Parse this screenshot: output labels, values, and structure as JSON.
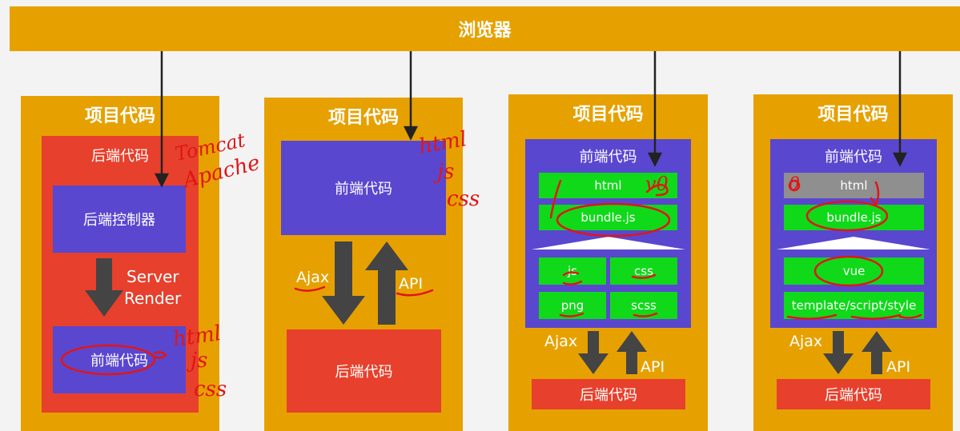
{
  "browser": {
    "label": "浏览器"
  },
  "panels": [
    {
      "title": "项目代码",
      "backend_title": "后端代码",
      "controller": "后端控制器",
      "render_label_1": "Server",
      "render_label_2": "Render",
      "frontend": "前端代码",
      "annot_servers_1": "Tomcat",
      "annot_servers_2": "Apache",
      "annot_files": [
        "html",
        "js",
        "css"
      ]
    },
    {
      "title": "项目代码",
      "frontend": "前端代码",
      "ajax": "Ajax",
      "api": "API",
      "backend": "后端代码",
      "annot_files": [
        "html",
        "js",
        "css"
      ]
    },
    {
      "title": "项目代码",
      "frontend_title": "前端代码",
      "html": "html",
      "bundle": "bundle.js",
      "sources": [
        "js",
        "css",
        "png",
        "scss"
      ],
      "ajax": "Ajax",
      "api": "API",
      "backend": "后端代码",
      "annot_v0": "v0"
    },
    {
      "title": "项目代码",
      "frontend_title": "前端代码",
      "html": "html",
      "bundle": "bundle.js",
      "vue": "vue",
      "template": "template/script/style",
      "ajax": "Ajax",
      "api": "API",
      "backend": "后端代码",
      "annot_zero": "0"
    }
  ],
  "colors": {
    "panel": "#e6a100",
    "backend": "#e7402c",
    "frontend": "#5a47cf",
    "module": "#10d91a",
    "annotation": "#e01616"
  }
}
